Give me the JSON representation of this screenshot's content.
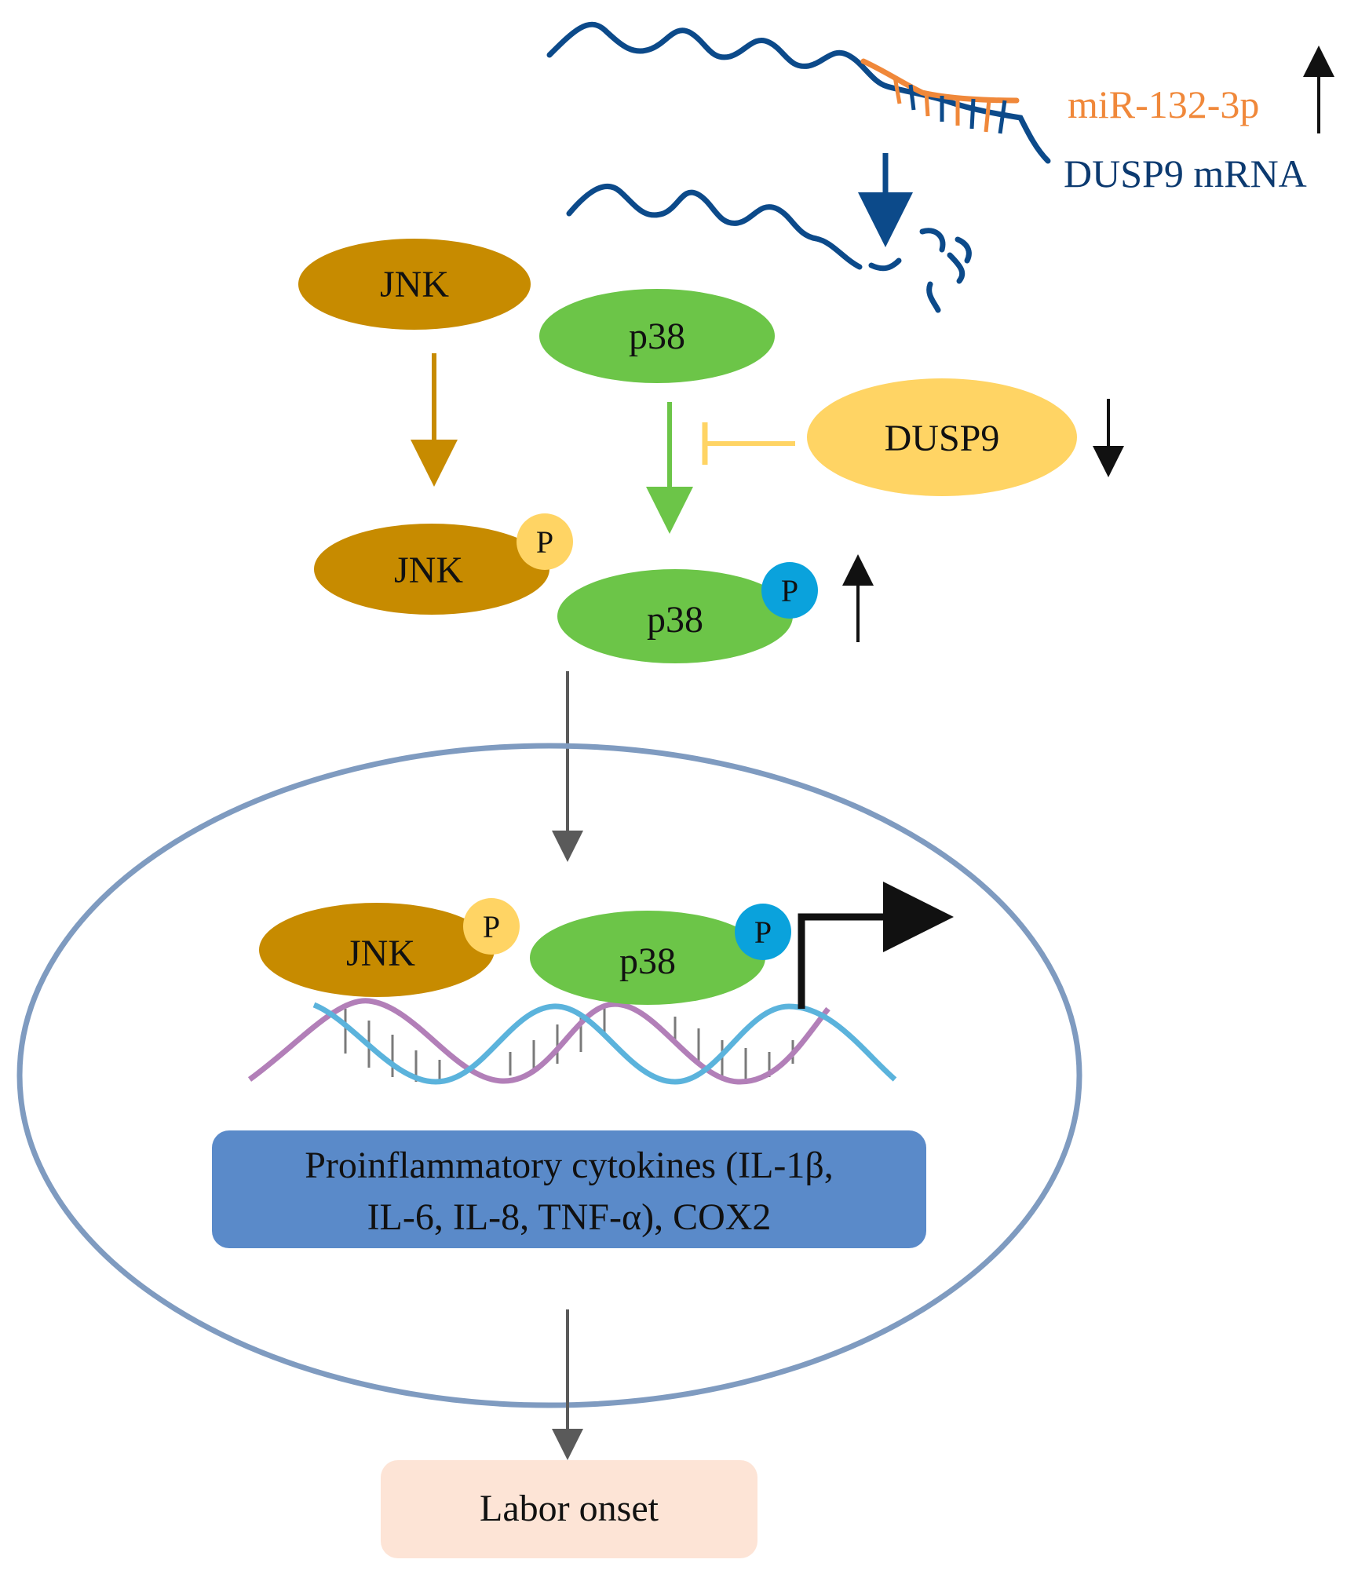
{
  "colors": {
    "jnk": "#c78b00",
    "p38": "#6cc548",
    "dusp9": "#ffd464",
    "p_yellow": "#ffd464",
    "p_blue": "#0aa2dc",
    "mrna": "#0c4a8a",
    "mirna": "#f0883a",
    "nucleus": "#7f9bc0",
    "cytokine_box": "#5a8ac9",
    "labor_box": "#fde4d6",
    "gray_arrow": "#5a5a5a",
    "dna_strand_1": "#5bb3dc",
    "dna_strand_2": "#b27fb8",
    "inhibit": "#ffd464"
  },
  "rna": {
    "mirna_label": "miR-132-3p",
    "mrna_label": "DUSP9 mRNA",
    "mirna_trend": "up-arrow",
    "degraded_mrna": "fragmented mRNA"
  },
  "cytoplasm": {
    "jnk_label": "JNK",
    "p38_label": "p38",
    "dusp9_label": "DUSP9",
    "dusp9_trend": "down-arrow",
    "jnk_phospho_label": "JNK",
    "p38_phospho_label": "p38",
    "p38_phospho_trend": "up-arrow",
    "phospho_badge": "P"
  },
  "nucleus": {
    "jnk_label": "JNK",
    "p38_label": "p38",
    "phospho_badge": "P",
    "cytokines_line1": "Proinflammatory cytokines (IL-1β,",
    "cytokines_line2": "IL-6, IL-8, TNF-α), COX2"
  },
  "outcome": {
    "label": "Labor onset"
  }
}
